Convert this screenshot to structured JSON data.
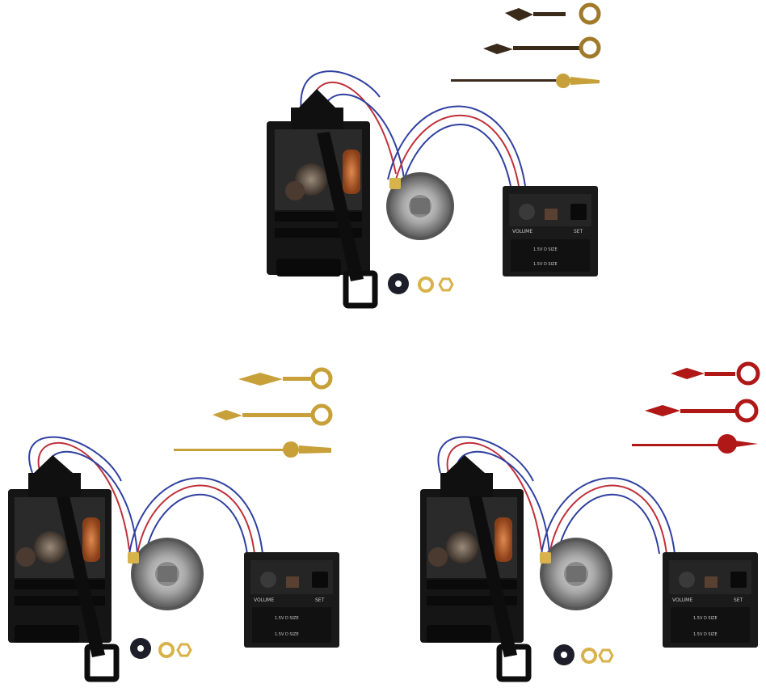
{
  "image": {
    "description_kind": "product-photo",
    "background_color": "#ffffff",
    "kits": [
      {
        "id": "kit-top",
        "hand_color": "black-bronze",
        "hand_fill": "#3a2a1a",
        "labels": {
          "volume": "VOLUME",
          "set": "SET",
          "battery_top": "1.5V D SIZE",
          "battery_bottom": "1.5V D SIZE"
        }
      },
      {
        "id": "kit-bottom-left",
        "hand_color": "gold",
        "hand_fill": "#c8a03a",
        "labels": {
          "volume": "VOLUME",
          "set": "SET",
          "battery_top": "1.5V D SIZE",
          "battery_bottom": "1.5V D SIZE"
        }
      },
      {
        "id": "kit-bottom-right",
        "hand_color": "red",
        "hand_fill": "#b01818",
        "labels": {
          "volume": "VOLUME",
          "set": "SET",
          "battery_top": "1.5V D SIZE",
          "battery_bottom": "1.5V D SIZE"
        }
      }
    ],
    "wire_colors": {
      "red": "#c0303a",
      "blue": "#3040a0"
    },
    "accent_colors": {
      "movement_black": "#151515",
      "speaker_grey": "#8c8c8c",
      "brass": "#d8b24a"
    }
  }
}
